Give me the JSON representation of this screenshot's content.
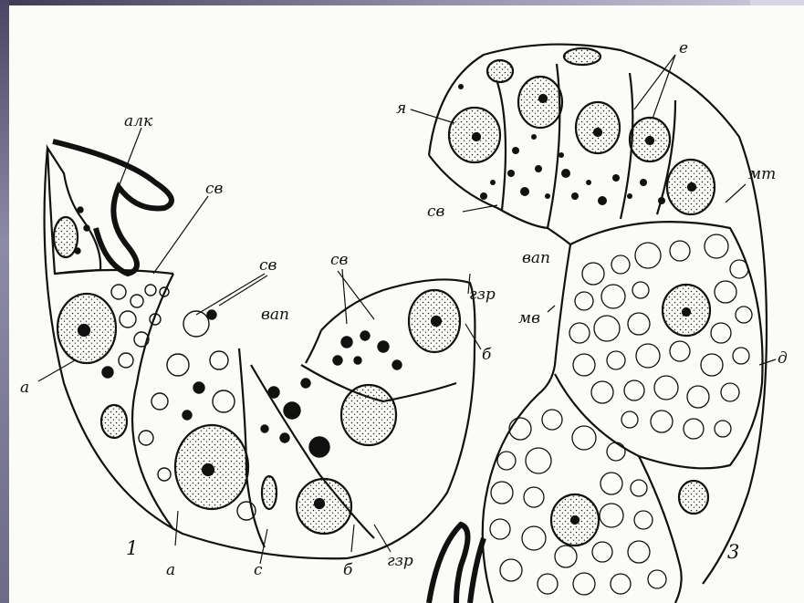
{
  "labels": {
    "alk": "алк",
    "sv": "св",
    "vap": "вап",
    "gzr": "гзр",
    "b": "б",
    "a": "а",
    "c": "с",
    "fig1": "1",
    "ya": "я",
    "e": "е",
    "mt": "мт",
    "mv": "мв",
    "d": "д",
    "fig3": "3"
  },
  "colors": {
    "ink": "#111111",
    "paper": "#fbfbf8",
    "frame": "#8b88a4"
  }
}
